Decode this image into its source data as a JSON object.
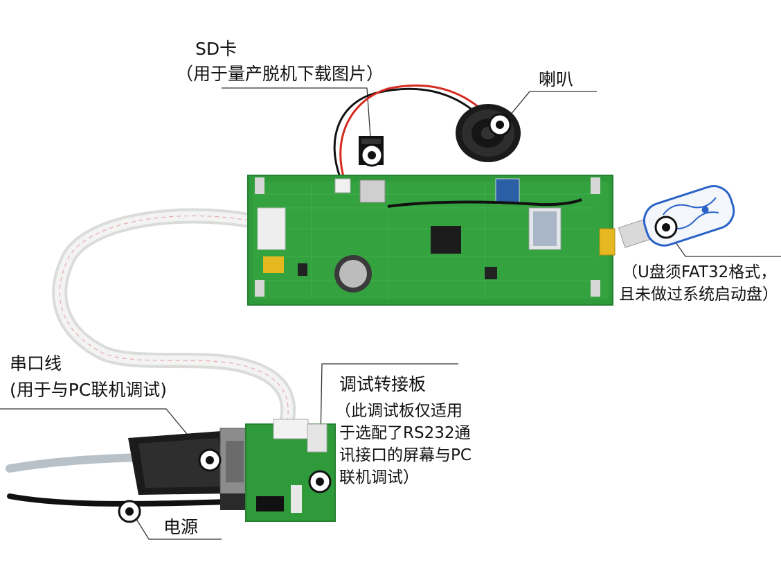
{
  "labels": {
    "sd_card": "SD卡",
    "sd_card_note": "（用于量产脱机下载图片）",
    "speaker": "喇叭",
    "usb_note_line1": "（U盘须FAT32格式，",
    "usb_note_line2": "且未做过系统启动盘）",
    "serial_cable": "串口线",
    "serial_cable_note": "(用于与PC联机调试)",
    "adapter_board": "调试转接板",
    "adapter_note_line1": "（此调试板仅适用",
    "adapter_note_line2": "于选配了RS232通",
    "adapter_note_line3": "讯接口的屏幕与PC",
    "adapter_note_line4": "联机调试）",
    "power": "电源"
  },
  "colors": {
    "pcb_green": "#2f9a3a",
    "pcb_dark": "#1f7a2a",
    "cable_red": "#d42a1e",
    "usb_blue": "#2a62c8"
  }
}
